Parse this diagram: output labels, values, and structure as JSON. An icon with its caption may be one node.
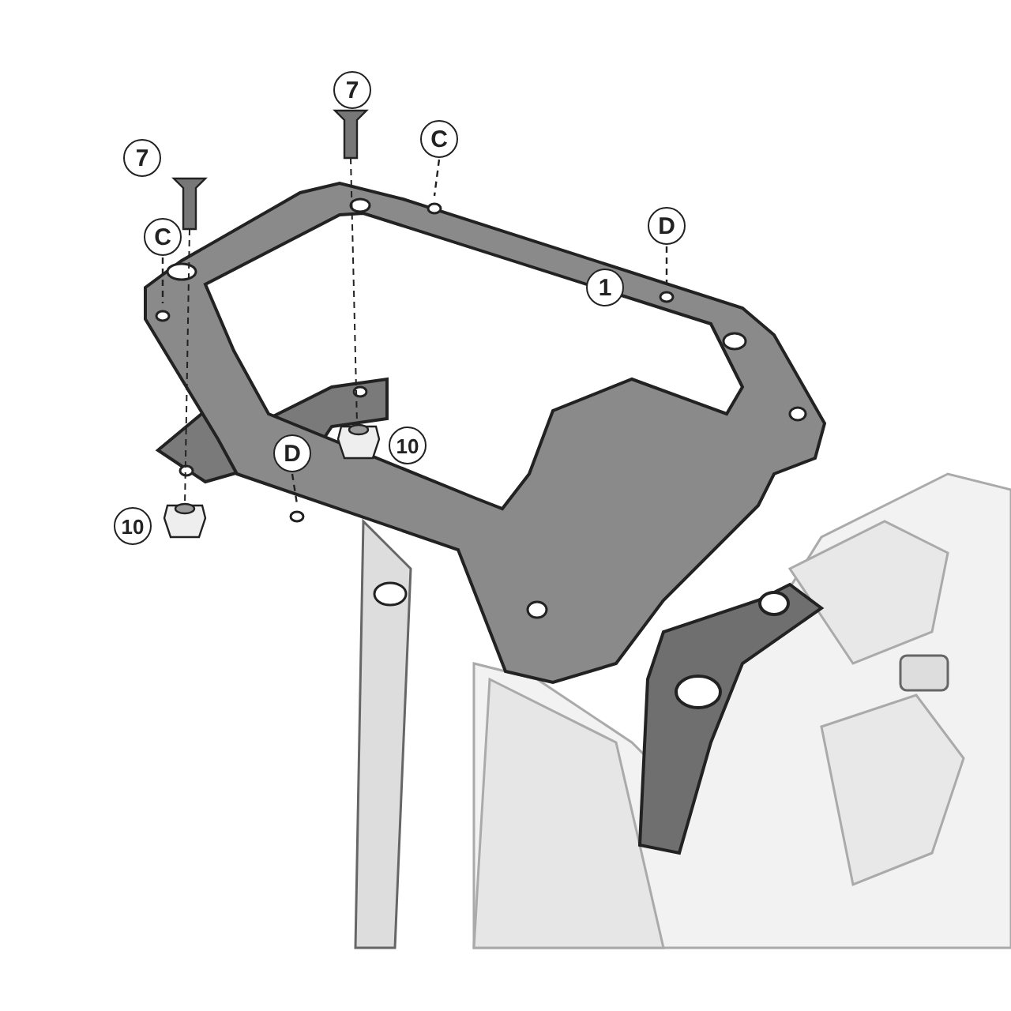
{
  "diagram": {
    "nodes": [
      {
        "text": [
          "7"
        ]
      },
      {
        "text": [
          "C"
        ]
      },
      {
        "text": [
          "7"
        ]
      },
      {
        "text": [
          "D"
        ]
      },
      {
        "text": [
          "C"
        ]
      },
      {
        "text": [
          "1"
        ]
      },
      {
        "text": [
          "10"
        ]
      },
      {
        "text": [
          "D"
        ]
      },
      {
        "text": [
          "10"
        ]
      }
    ],
    "edges": [
      {
        "from": 1,
        "to": null,
        "arrow": "none",
        "style": "dashed"
      },
      {
        "from": 3,
        "to": null,
        "arrow": "none",
        "style": "dashed"
      },
      {
        "from": 4,
        "to": null,
        "arrow": "none",
        "style": "dashed"
      },
      {
        "from": 7,
        "to": null,
        "arrow": "none",
        "style": "dashed"
      }
    ]
  }
}
